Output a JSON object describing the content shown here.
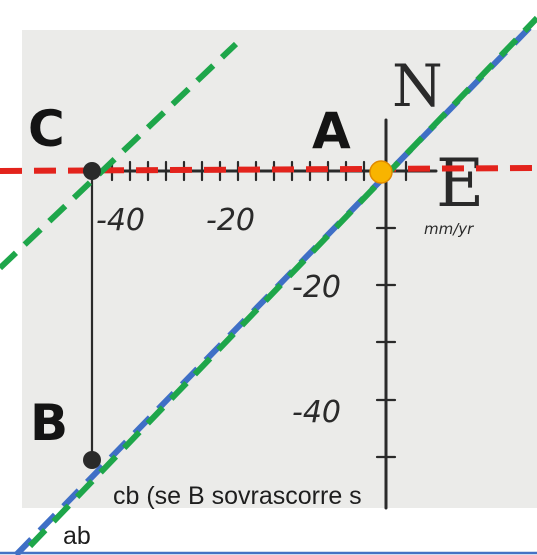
{
  "points": {
    "A": "A",
    "B": "B",
    "C": "C"
  },
  "axes": {
    "north": "N",
    "east": "E",
    "unit": "mm/yr"
  },
  "ticks": {
    "x": [
      "-40",
      "-20"
    ],
    "y": [
      "-20",
      "-40"
    ]
  },
  "labels": {
    "cb_note": "cb  (se B sovrascorre s",
    "ab": "ab"
  },
  "colors": {
    "paper": "#ebebe9",
    "ink": "#2a2a2a",
    "red_dash": "#e3231c",
    "green_dash": "#1ea64a",
    "blue_dash": "#3f6fc6",
    "point_A": "#f8b400",
    "border": "#4472c4"
  }
}
